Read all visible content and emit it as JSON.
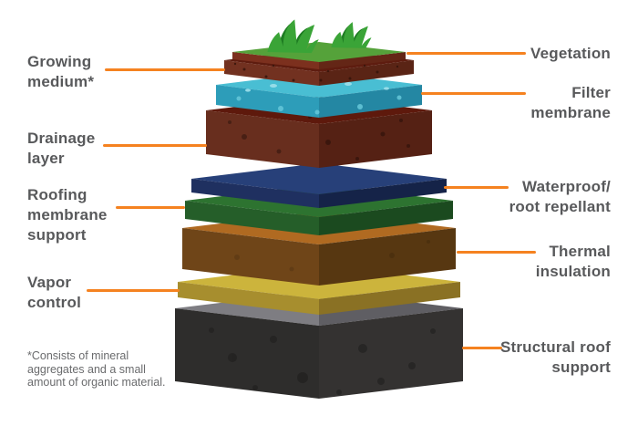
{
  "diagram": {
    "accent_color": "#f58220",
    "label_color": "#58595b",
    "background": "#ffffff",
    "footnote": {
      "text": "*Consists of mineral aggregates and a small amount of organic material."
    },
    "layers": [
      {
        "id": "vegetation",
        "label": "Vegetation",
        "label_side": "right",
        "colors": {
          "top": "#55a23a",
          "left": "#7c301e",
          "right": "#642616",
          "grass_light": "#3aa437",
          "grass_dark": "#1e7c22"
        }
      },
      {
        "id": "growing-medium",
        "label": "Growing\nmedium*",
        "label_side": "left",
        "colors": {
          "top": "#5e1c0f",
          "left": "#723120",
          "right": "#5a2415"
        }
      },
      {
        "id": "filter-membrane",
        "label": "Filter\nmembrane",
        "label_side": "right",
        "colors": {
          "top": "#49bed3",
          "left": "#2d9db9",
          "right": "#2487a3"
        }
      },
      {
        "id": "drainage-layer",
        "label": "Drainage\nlayer",
        "label_side": "left",
        "colors": {
          "top": "#5e190c",
          "left": "#682e1e",
          "right": "#552114"
        }
      },
      {
        "id": "waterproof-root-repellant",
        "label": "Waterproof/\nroot repellant",
        "label_side": "right",
        "colors": {
          "top": "#274079",
          "left": "#1f3060",
          "right": "#152348"
        }
      },
      {
        "id": "roofing-membrane-support",
        "label": "Roofing\nmembrane\nsupport",
        "label_side": "left",
        "colors": {
          "top": "#2d7330",
          "left": "#255e29",
          "right": "#1b4a1f"
        }
      },
      {
        "id": "thermal-insulation",
        "label": "Thermal\ninsulation",
        "label_side": "right",
        "colors": {
          "top": "#b06a21",
          "left": "#6f4518",
          "right": "#573711"
        }
      },
      {
        "id": "vapor-control",
        "label": "Vapor\ncontrol",
        "label_side": "left",
        "colors": {
          "top": "#ccb43c",
          "left": "#a78e2e",
          "right": "#8a7124"
        }
      },
      {
        "id": "structural-roof-support",
        "label": "Structural roof\nsupport",
        "label_side": "right",
        "colors": {
          "top_left": "#7e7d82",
          "top_right": "#5f5e63",
          "left": "#2e2d2c",
          "right": "#343231"
        }
      }
    ]
  }
}
